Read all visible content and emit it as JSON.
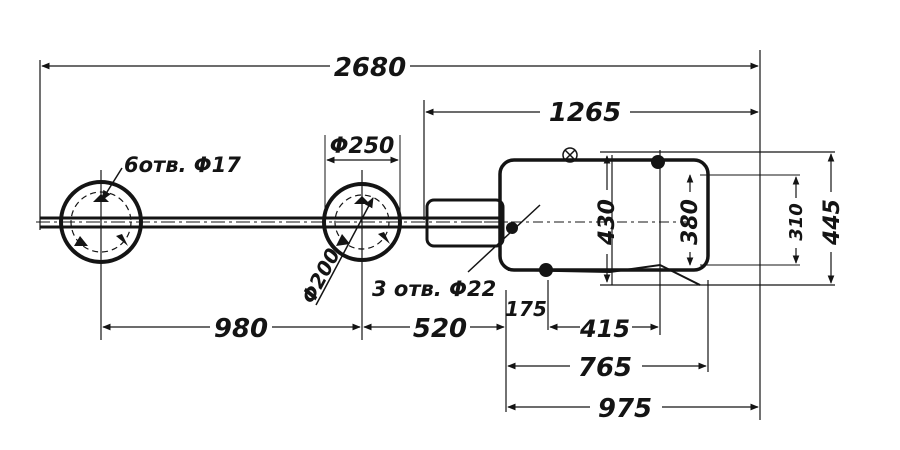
{
  "drawing": {
    "dimensions": {
      "overall_length": "2680",
      "motor_span": "1265",
      "flange_large_dia": "Φ250",
      "bolt_circle_dia": "Φ200",
      "holes_left": "6отв. Φ17",
      "holes_mid": "3 отв. Φ22",
      "dist_980": "980",
      "dist_520": "520",
      "dist_175": "175",
      "dist_415": "415",
      "dist_765": "765",
      "dist_975": "975",
      "height_430": "430",
      "height_380": "380",
      "height_310": "310",
      "height_445": "445"
    }
  }
}
